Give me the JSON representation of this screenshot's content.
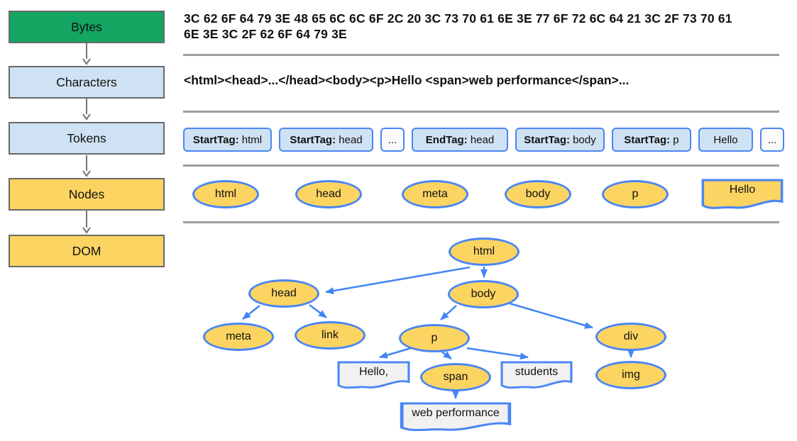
{
  "pipeline": {
    "stages": [
      {
        "label": "Bytes"
      },
      {
        "label": "Characters"
      },
      {
        "label": "Tokens"
      },
      {
        "label": "Nodes"
      },
      {
        "label": "DOM"
      }
    ]
  },
  "bytes": {
    "line1": "3C 62 6F 64 79 3E 48 65 6C 6C 6F 2C 20 3C 73 70 61 6E 3E 77 6F 72 6C 64 21 3C 2F 73 70 61",
    "line2": "6E 3E 3C 2F 62 6F 64 79 3E"
  },
  "characters": {
    "text": "<html><head>...</head><body><p>Hello <span>web performance</span>..."
  },
  "tokens": [
    {
      "bold": "StartTag:",
      "rest": " html"
    },
    {
      "bold": "StartTag:",
      "rest": " head"
    },
    {
      "bold": "",
      "rest": "..."
    },
    {
      "bold": "EndTag:",
      "rest": " head"
    },
    {
      "bold": "StartTag:",
      "rest": " body"
    },
    {
      "bold": "StartTag:",
      "rest": " p"
    },
    {
      "bold": "",
      "rest": "Hello"
    },
    {
      "bold": "",
      "rest": "..."
    }
  ],
  "nodes_row": [
    {
      "label": "html"
    },
    {
      "label": "head"
    },
    {
      "label": "meta"
    },
    {
      "label": "body"
    },
    {
      "label": "p"
    },
    {
      "label": "Hello"
    }
  ],
  "dom_tree": {
    "html": "html",
    "head": "head",
    "body": "body",
    "meta": "meta",
    "link": "link",
    "p": "p",
    "div": "div",
    "img": "img",
    "span": "span",
    "hello_text": "Hello,",
    "students_text": "students",
    "web_performance_text": "web performance"
  },
  "colors": {
    "stage_green": "#12a662",
    "stage_light_blue": "#cfe2f3",
    "node_yellow": "#fcd462",
    "node_border_blue": "#4a86f4",
    "edge_blue": "#4285f4",
    "doc_fill_gray": "#f1f1f1",
    "separator_gray": "#9e9e9e",
    "stage_border_gray": "#696969",
    "flow_arrow_gray": "#757575"
  }
}
